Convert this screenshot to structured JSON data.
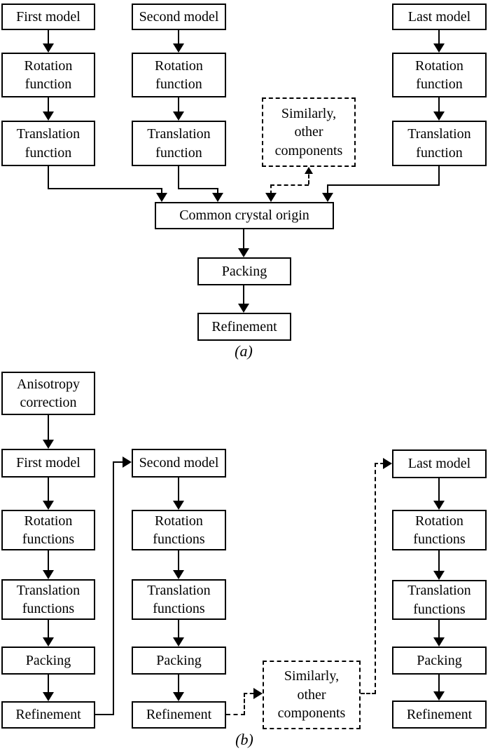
{
  "colors": {
    "line": "#000000",
    "background": "#ffffff"
  },
  "diagram_a": {
    "label": "(a)",
    "columns": [
      {
        "model": "First model",
        "rotation": "Rotation\nfunction",
        "translation": "Translation\nfunction"
      },
      {
        "model": "Second model",
        "rotation": "Rotation\nfunction",
        "translation": "Translation\nfunction"
      },
      {
        "model": "Last model",
        "rotation": "Rotation\nfunction",
        "translation": "Translation\nfunction"
      }
    ],
    "similar": "Similarly,\nother\ncomponents",
    "common_origin": "Common crystal origin",
    "packing": "Packing",
    "refinement": "Refinement"
  },
  "diagram_b": {
    "label": "(b)",
    "anisotropy": "Anisotropy\ncorrection",
    "columns": [
      {
        "model": "First model",
        "rotation": "Rotation\nfunctions",
        "translation": "Translation\nfunctions",
        "packing": "Packing",
        "refinement": "Refinement"
      },
      {
        "model": "Second model",
        "rotation": "Rotation\nfunctions",
        "translation": "Translation\nfunctions",
        "packing": "Packing",
        "refinement": "Refinement"
      },
      {
        "model": "Last model",
        "rotation": "Rotation\nfunctions",
        "translation": "Translation\nfunctions",
        "packing": "Packing",
        "refinement": "Refinement"
      }
    ],
    "similar": "Similarly,\nother\ncomponents"
  }
}
